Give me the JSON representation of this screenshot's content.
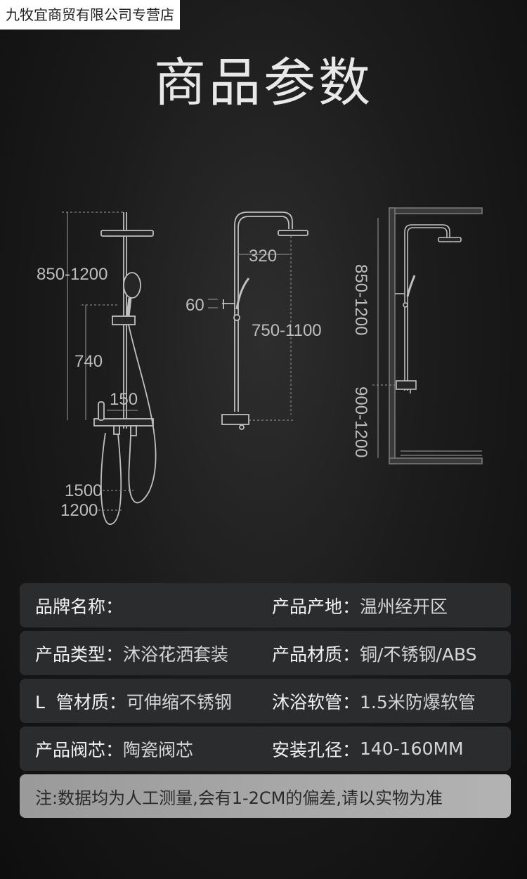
{
  "watermark": "九牧宜商贸有限公司专营店",
  "title": "商品参数",
  "diagrams": {
    "left": {
      "height_range": "850-1200",
      "slide_height": "740",
      "spout_width": "150",
      "hose_long": "1500",
      "hose_short": "1200"
    },
    "middle": {
      "arm_length": "320",
      "wall_offset": "60",
      "pipe_height": "750-1100"
    },
    "right": {
      "upper_height": "850-1200",
      "lower_height": "900-1200"
    }
  },
  "specs": [
    {
      "left_label": "品牌名称：",
      "left_value": "",
      "right_label": "产品产地：",
      "right_value": "温州经开区"
    },
    {
      "left_label": "产品类型：",
      "left_value": "沐浴花洒套装",
      "right_label": "产品材质：",
      "right_value": "铜/不锈钢/ABS"
    },
    {
      "left_label": "L  管材质：",
      "left_value": "可伸缩不锈钢",
      "right_label": "沐浴软管：",
      "right_value": "1.5米防爆软管"
    },
    {
      "left_label": "产品阀芯：",
      "left_value": "陶瓷阀芯",
      "right_label": "安装孔径：",
      "right_value": "140-160MM"
    }
  ],
  "note": "注:数据均为人工测量,会有1-2CM的偏差,请以实物为准"
}
